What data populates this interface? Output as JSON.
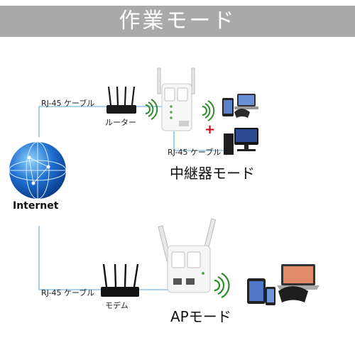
{
  "header": {
    "title": "作業モード"
  },
  "internet": {
    "label": "Internet"
  },
  "repeater_mode": {
    "cable_label_left": "RJ-45 ケーブル",
    "router_label": "ルーター",
    "cable_label_device": "RJ-45 ケーブル",
    "plus_sign": "+",
    "mode_title": "中継器モード"
  },
  "ap_mode": {
    "cable_label_left": "RJ-45 ケーブル",
    "modem_label": "モデム",
    "mode_title": "APモード"
  },
  "colors": {
    "banner": "#a9a9a9",
    "line": "#7ab6e0",
    "wifi": "#2e8b2e",
    "globe": "#1f6fd1"
  }
}
